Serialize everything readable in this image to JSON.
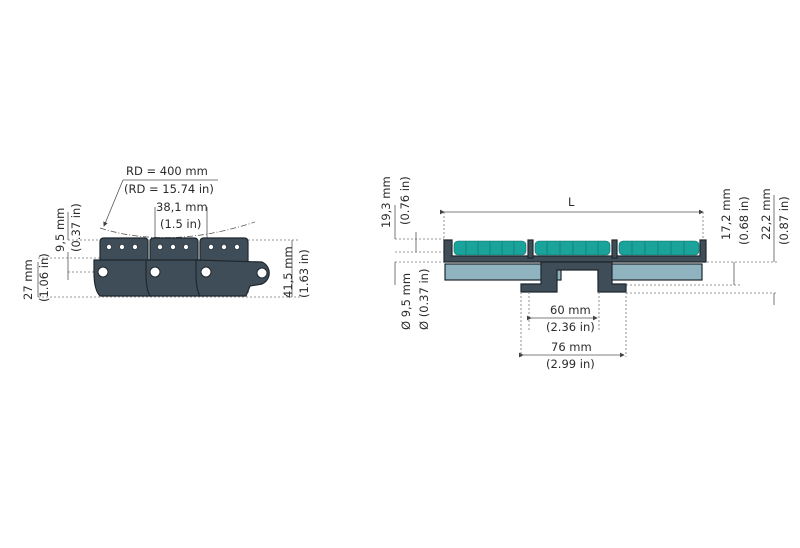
{
  "side_view": {
    "radius": "RD = 400 mm",
    "radius_in": "(RD = 15.74 in)",
    "pitch": "38,1 mm",
    "pitch_in": "(1.5 in)",
    "top_height": "9,5 mm",
    "top_height_in": "(0.37 in)",
    "pin_height": "27 mm",
    "pin_height_in": "(1.06 in)",
    "total_height": "41,5 mm",
    "total_height_in": "(1.63 in)"
  },
  "front_view": {
    "width_label": "L",
    "roller_height": "19,3 mm",
    "roller_height_in": "(0.76 in)",
    "roller_dia": "Ø 9,5 mm",
    "roller_dia_in": "Ø (0.37 in)",
    "plate_height": "17,2 mm",
    "plate_height_in": "(0.68 in)",
    "total_height": "22,2 mm",
    "total_height_in": "(0.87 in)",
    "guide_inner": "60 mm",
    "guide_inner_in": "(2.36 in)",
    "guide_outer": "76 mm",
    "guide_outer_in": "(2.99 in)"
  },
  "colors": {
    "body": "#3f4d58",
    "roller": "#1aa39a",
    "plate": "#8fb3bf"
  }
}
